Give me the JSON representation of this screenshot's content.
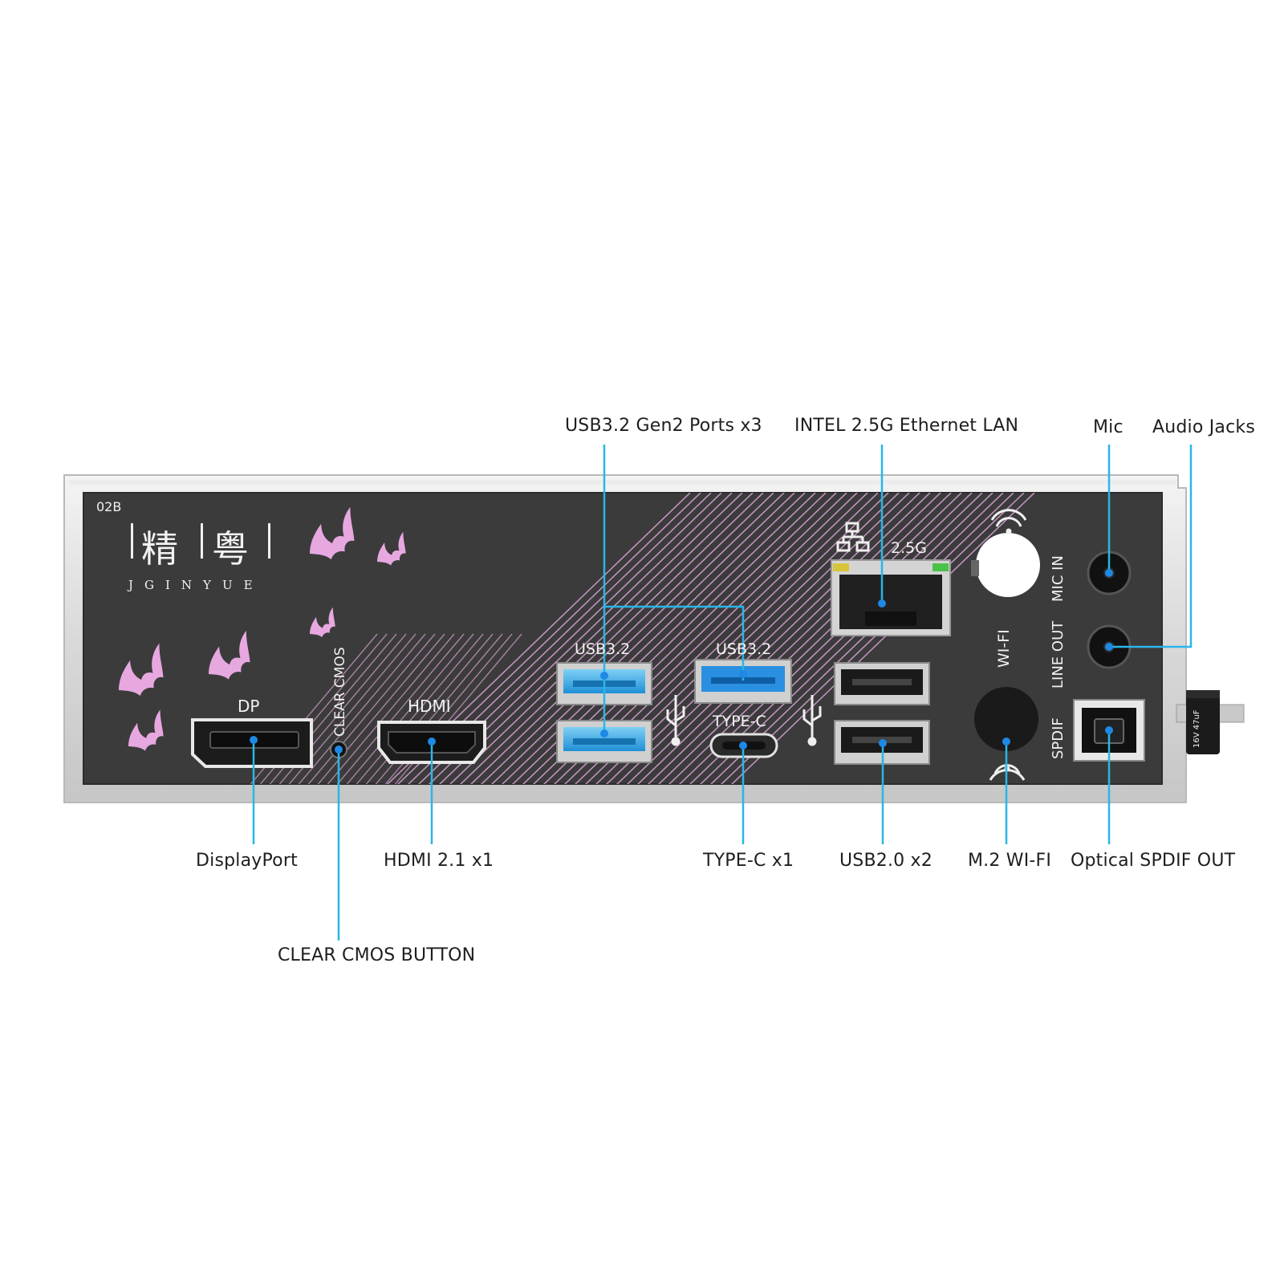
{
  "callouts": {
    "usb32_gen2": "USB3.2 Gen2 Ports x3",
    "ethernet": "INTEL 2.5G Ethernet LAN",
    "mic": "Mic",
    "audio_jacks": "Audio Jacks",
    "displayport": "DisplayPort",
    "hdmi": "HDMI 2.1 x1",
    "typec": "TYPE-C x1",
    "usb20": "USB2.0 x2",
    "m2wifi": "M.2 WI-FI",
    "spdif_out": "Optical SPDIF OUT",
    "clear_cmos_button": "CLEAR CMOS BUTTON"
  },
  "panel": {
    "code": "02B",
    "brand_cjk_1": "精",
    "brand_cjk_2": "粤",
    "brand_latin": "JGINYUE",
    "dp": "DP",
    "clear_cmos": "CLEAR CMOS",
    "hdmi": "HDMI",
    "usb32_left": "USB3.2",
    "usb32_right": "USB3.2",
    "typec": "TYPE-C",
    "lan_speed": "2.5G",
    "wifi": "WI-FI",
    "mic_in": "MIC IN",
    "line_out": "LINE OUT",
    "spdif": "SPDIF",
    "capacitor_marking": "16V 47uF"
  },
  "colors": {
    "leader": "#29b6e8",
    "usb3_blue": "#2a9fe0",
    "panel_bg": "#3a3a3a",
    "bat_pink": "#e7a8e0",
    "stripe_pink": "#d7a2d4"
  },
  "icons": [
    "usb-icon",
    "network-icon",
    "wifi-icon",
    "bat-icon"
  ]
}
